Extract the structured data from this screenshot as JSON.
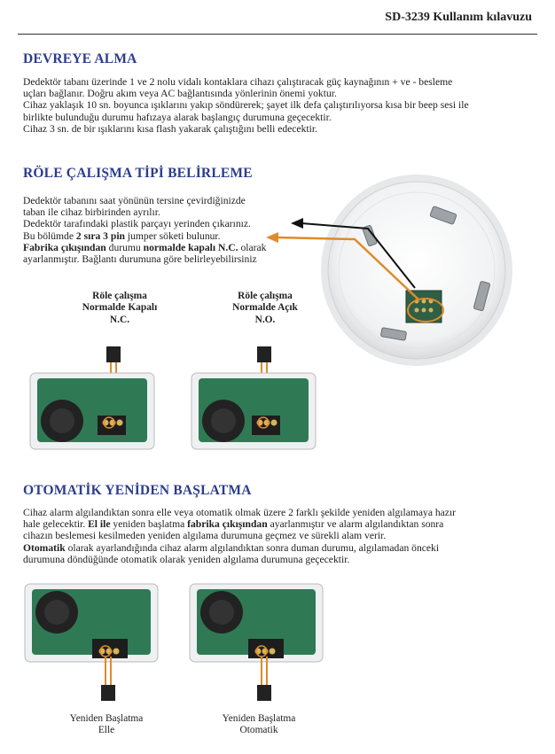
{
  "header": {
    "title": "SD-3239 Kullanım kılavuzu"
  },
  "section1": {
    "heading": "DEVREYE ALMA",
    "lines": [
      "Dedektör tabanı üzerinde 1 ve 2 nolu vidalı kontaklara cihazı çalıştıracak güç kaynağının + ve - besleme",
      "uçları bağlanır. Doğru akım veya AC bağlantısında yönlerinin önemi yoktur.",
      "Cihaz yaklaşık 10 sn. boyunca ışıklarını yakıp söndürerek; şayet ilk defa çalıştırılıyorsa kısa bir beep sesi ile",
      "birlikte bulunduğu durumu hafızaya alarak başlangıç durumuna geçecektir.",
      "Cihaz 3 sn. de bir ışıklarını kısa flash yakarak çalıştığını belli edecektir."
    ]
  },
  "section2": {
    "heading": "RÖLE ÇALIŞMA TİPİ  BELİRLEME",
    "line1": "Dedektör tabanını saat yönünün tersine çevirdiğinizde",
    "line2": "taban ile cihaz birbirinden ayrılır.",
    "line3": "Dedektör tarafındaki plastik parçayı yerinden çıkarınız.",
    "line4_a": "Bu bölümde ",
    "line4_b": "2 sıra 3 pin",
    "line4_c": " jumper söketi bulunur.",
    "line5_a": "Fabrika çıkışından",
    "line5_b": " durumu ",
    "line5_c": "normalde kapalı N.C.",
    "line5_d": " olarak",
    "line6": "ayarlanmıştır. Bağlantı durumuna göre belirleyebilirsiniz",
    "nc_caption": {
      "l1": "Röle çalışma",
      "l2": "Normalde Kapalı",
      "l3": "N.C."
    },
    "no_caption": {
      "l1": "Röle çalışma",
      "l2": "Normalde Açık",
      "l3": "N.O."
    }
  },
  "section3": {
    "heading": "OTOMATİK YENİDEN BAŞLATMA",
    "l1": "Cihaz alarm algılandıktan sonra  elle veya otomatik olmak üzere 2 farklı şekilde yeniden algılamaya hazır",
    "l2_a": "hale gelecektir. ",
    "l2_b": "El ile",
    "l2_c": " yeniden başlatma ",
    "l2_d": "fabrika çıkışından",
    "l2_e": " ayarlanmıştır ve alarm algılandıktan sonra",
    "l3": "cihazın beslemesi kesilmeden yeniden algılama durumuna geçmez ve sürekli alam verir.",
    "l4_a": "Otomatik",
    "l4_b": " olarak ayarlandığında cihaz alarm algılandıktan sonra duman durumu, algılamadan önceki",
    "l5": "durumuna döndüğünde otomatik olarak yeniden algılama durumuna geçecektir.",
    "manual_caption": {
      "l1": "Yeniden Başlatma",
      "l2": "Elle"
    },
    "auto_caption": {
      "l1": "Yeniden Başlatma",
      "l2": "Otomatik"
    }
  },
  "colors": {
    "heading": "#2b3d8c",
    "arrow_orange": "#e08a2c",
    "pcb_green": "#2f7a55"
  }
}
